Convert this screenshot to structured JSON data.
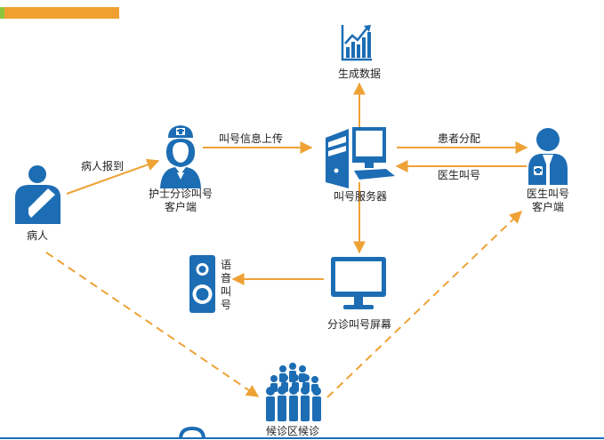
{
  "colors": {
    "accent": "#f0a030",
    "accent_green": "#8cc63f",
    "icon_blue": "#1c6db4",
    "arrow": "#eea236"
  },
  "nodes": {
    "patient": {
      "label": "病人",
      "icon": "patient-icon"
    },
    "nurse": {
      "label_line1": "护士分诊叫号",
      "label_line2": "客户端",
      "icon": "nurse-icon"
    },
    "server": {
      "label": "叫号服务器",
      "icon": "server-computer-icon"
    },
    "data": {
      "label": "生成数据",
      "icon": "bar-chart-icon"
    },
    "doctor": {
      "label_line1": "医生叫号",
      "label_line2": "客户端",
      "icon": "doctor-icon"
    },
    "screen": {
      "label": "分诊叫号屏幕",
      "icon": "monitor-icon"
    },
    "speaker": {
      "label": "语音叫号",
      "icon": "speaker-icon"
    },
    "waiting": {
      "label": "候诊区候诊",
      "icon": "crowd-icon"
    }
  },
  "edges": {
    "patient_to_nurse": "病人报到",
    "nurse_to_server": "叫号信息上传",
    "server_to_doctor": "患者分配",
    "doctor_to_server": "医生叫号"
  }
}
